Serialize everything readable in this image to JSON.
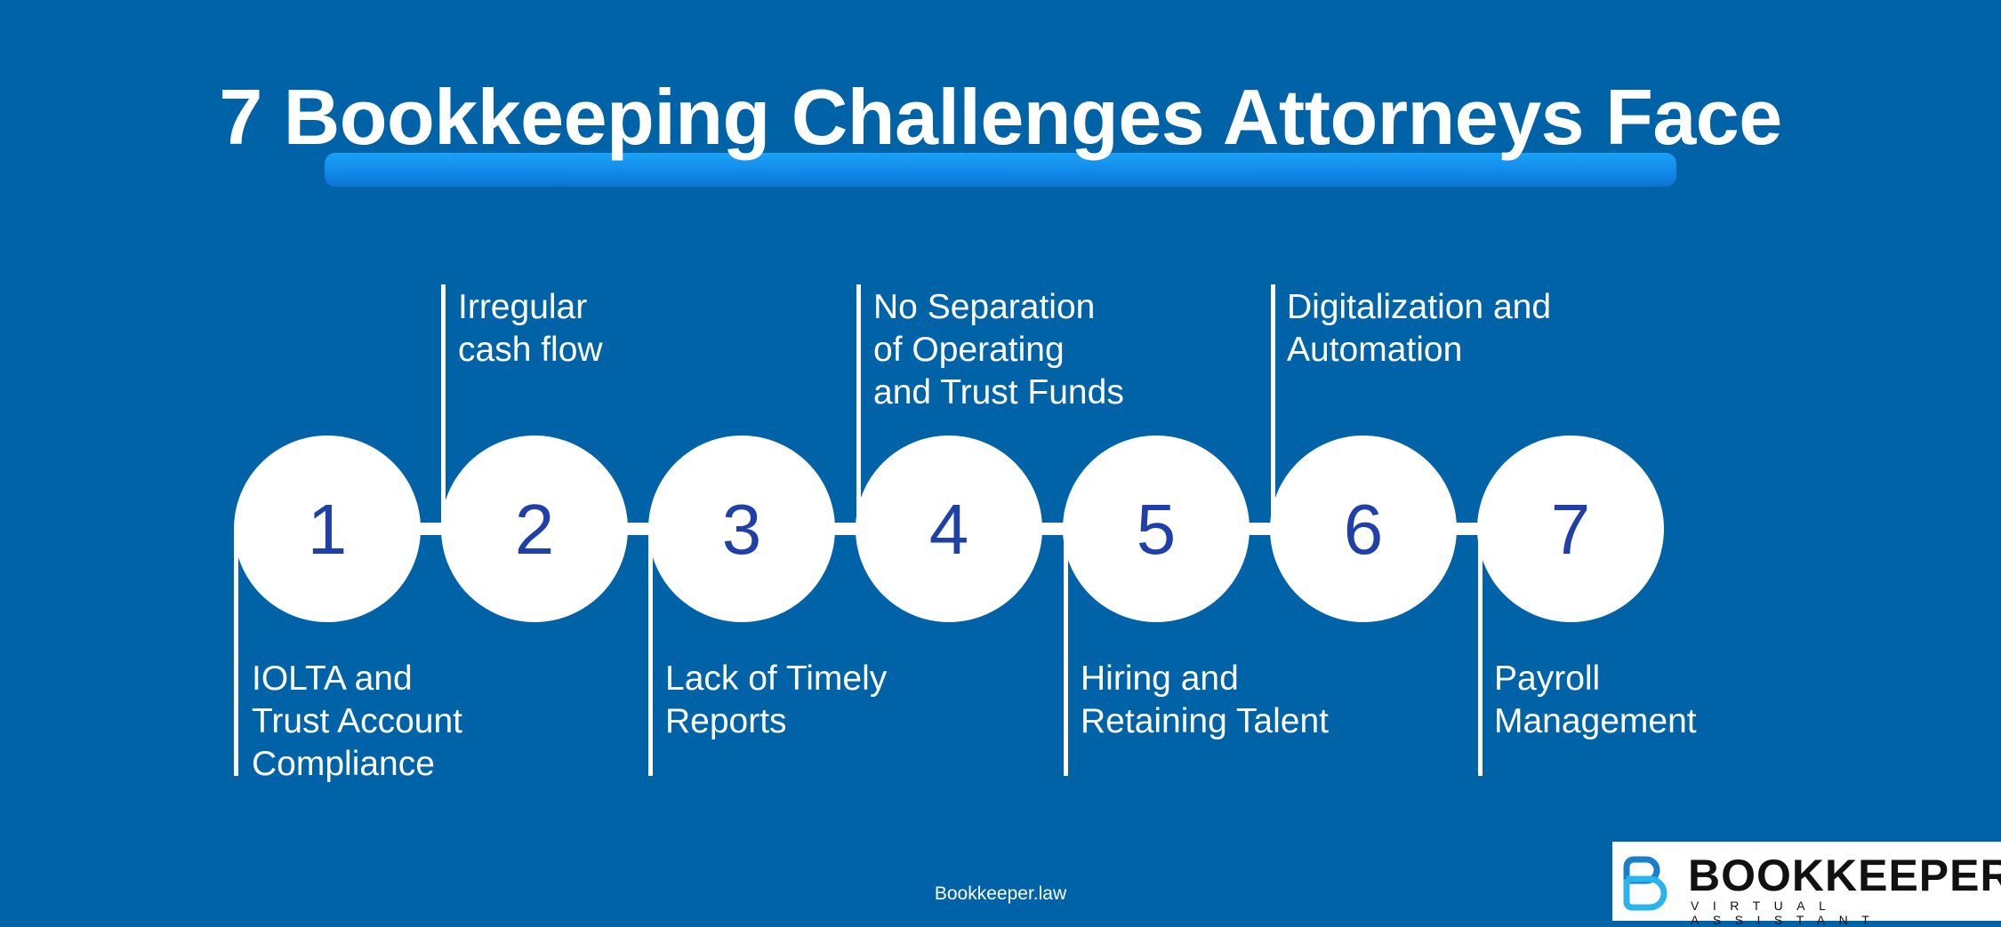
{
  "header": {
    "title": "7 Bookkeeping Challenges Attorneys Face"
  },
  "colors": {
    "background": "#0063A8",
    "underline_highlight": "#1BA1F7",
    "circle_fill": "#FFFFFF",
    "number_text": "#1E40A8",
    "label_text": "#FFFFFF"
  },
  "steps": [
    {
      "number": "1",
      "label": "IOLTA and\nTrust Account\nCompliance",
      "position": "below"
    },
    {
      "number": "2",
      "label": "Irregular\ncash flow",
      "position": "above"
    },
    {
      "number": "3",
      "label": "Lack of Timely\nReports",
      "position": "below"
    },
    {
      "number": "4",
      "label": "No Separation\nof Operating\nand Trust Funds",
      "position": "above"
    },
    {
      "number": "5",
      "label": "Hiring and\nRetaining Talent",
      "position": "below"
    },
    {
      "number": "6",
      "label": "Digitalization and\nAutomation",
      "position": "above"
    },
    {
      "number": "7",
      "label": "Payroll\nManagement",
      "position": "below"
    }
  ],
  "footer": {
    "site": "Bookkeeper.law"
  },
  "logo": {
    "wordmark": "BOOKKEEPER",
    "tagline": "VIRTUAL ASSISTANT",
    "icon": "b-letter-icon"
  }
}
